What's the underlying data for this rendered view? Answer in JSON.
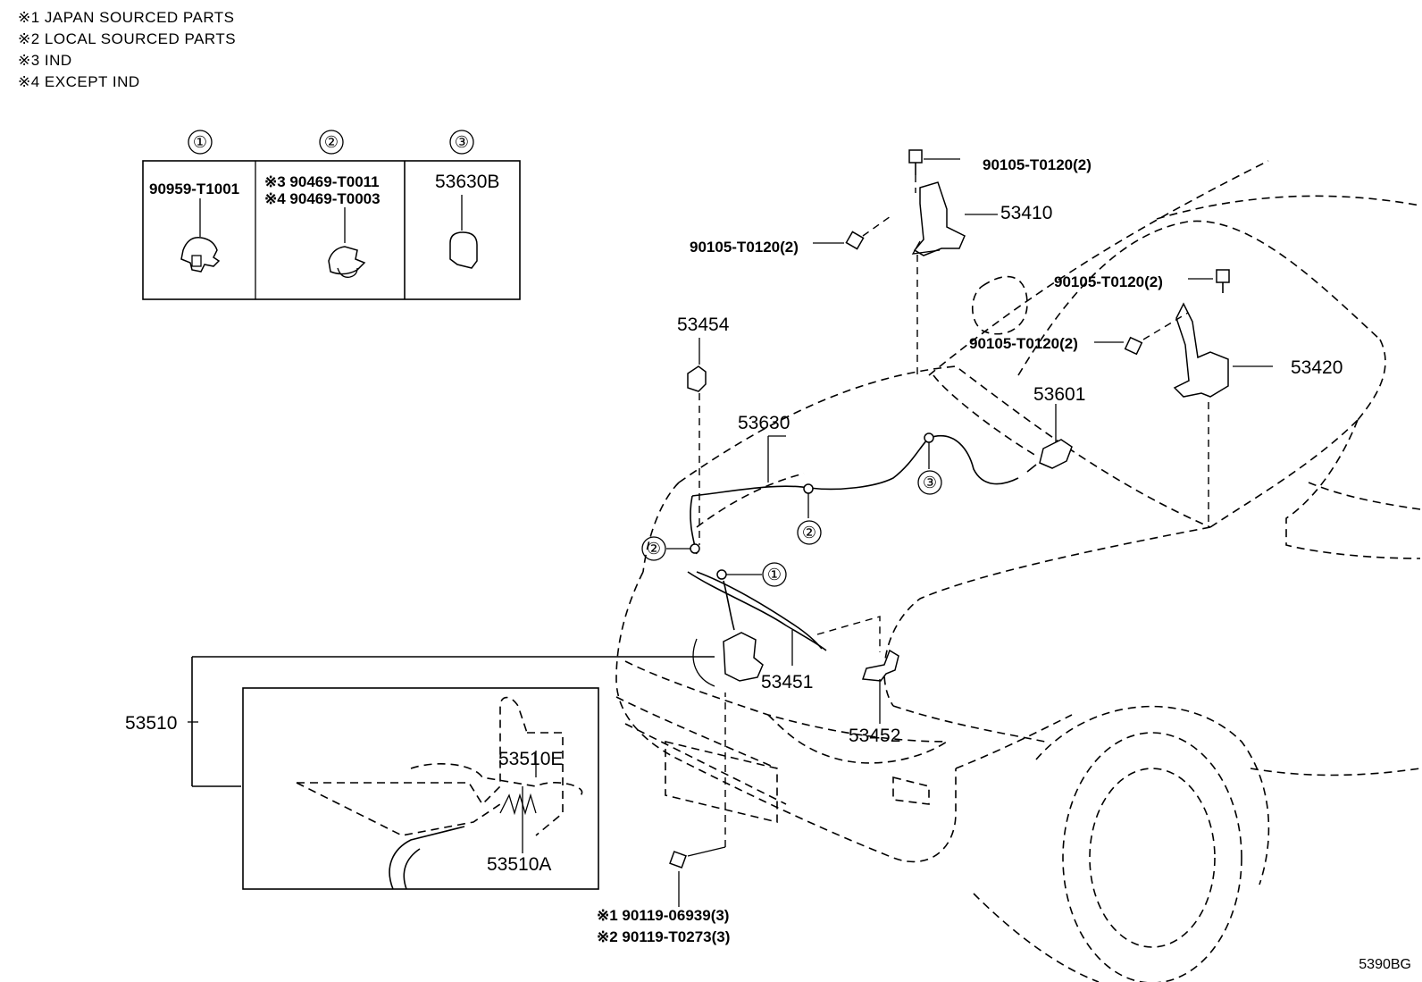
{
  "notes": [
    "※1 JAPAN SOURCED PARTS",
    "※2 LOCAL SOURCED PARTS",
    "※3 IND",
    "※4 EXCEPT IND"
  ],
  "detail_boxes": [
    {
      "marker": "①",
      "part": "90959-T1001"
    },
    {
      "marker": "②",
      "part_1": "※3 90469-T0011",
      "part_2": "※4 90469-T0003"
    },
    {
      "marker": "③",
      "part": "53630B"
    }
  ],
  "callouts": {
    "bolt_top": "90105-T0120(2)",
    "bolt_left_hinge": "90105-T0120(2)",
    "hinge_left": "53410",
    "bolt_right_top": "90105-T0120(2)",
    "bolt_right_hinge": "90105-T0120(2)",
    "hinge_right": "53420",
    "cushion": "53454",
    "cable": "53630",
    "switch": "53601",
    "lock_assy": "53510",
    "lock_sub_e": "53510E",
    "lock_sub_a": "53510A",
    "lever": "53451",
    "support": "53452",
    "bolt_bottom_1": "※1 90119-06939(3)",
    "bolt_bottom_2": "※2 90119-T0273(3)",
    "marker_1": "①",
    "marker_2": "②",
    "marker_3": "③"
  },
  "diagram_code": "5390BG"
}
